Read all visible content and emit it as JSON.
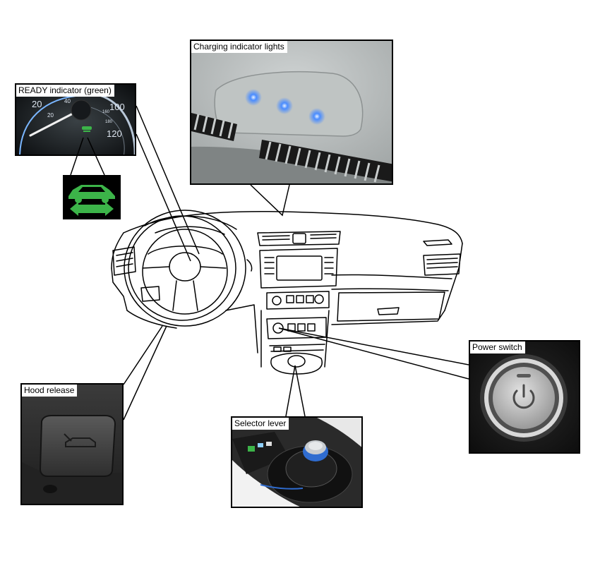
{
  "callouts": {
    "charging": {
      "label": "Charging indicator lights"
    },
    "ready": {
      "label": "READY indicator (green)"
    },
    "hood": {
      "label": "Hood release"
    },
    "selector": {
      "label": "Selector lever"
    },
    "power": {
      "label": "Power switch"
    }
  },
  "gauge": {
    "ticks": [
      "20",
      "40",
      "20",
      "100",
      "160",
      "180",
      "120"
    ]
  },
  "colors": {
    "ready_icon_green": "#3cb449",
    "charging_led_blue": "#4a8cff",
    "panel_border": "#000000"
  },
  "icons": {
    "ready_indicator": "car-with-arrows-icon",
    "power_switch": "power-symbol-icon"
  }
}
